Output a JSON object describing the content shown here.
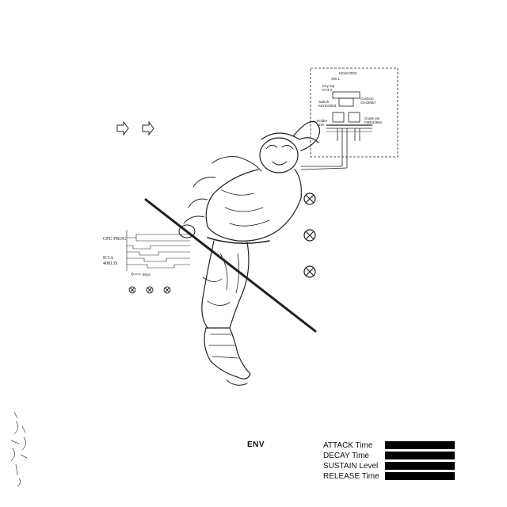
{
  "schematic": {
    "part_top": "KEHK0003",
    "sw_label": "SW 1",
    "key_top": [
      "Key top",
      "KT3-2"
    ],
    "cushion": [
      "Cushion",
      "CK4285A"
    ],
    "switch": [
      "Switch",
      "KEHK0003"
    ],
    "holder": [
      "Holder",
      "KH0"
    ],
    "guide_pin": [
      "Guide pin",
      "FMD3286A"
    ]
  },
  "timing": {
    "cpu_label": "CPU PROG",
    "ic_label": [
      "IC1A",
      "40813S"
    ],
    "scale_label": "50μs"
  },
  "env": {
    "title": "ENV",
    "params": [
      {
        "label": "ATTACK Time"
      },
      {
        "label": "DECAY Time"
      },
      {
        "label": "SUSTAIN Level"
      },
      {
        "label": "RELEASE Time"
      }
    ]
  },
  "icons": {
    "arrow": "hollow-right-arrow-icon",
    "lamp": "circled-x-icon"
  }
}
